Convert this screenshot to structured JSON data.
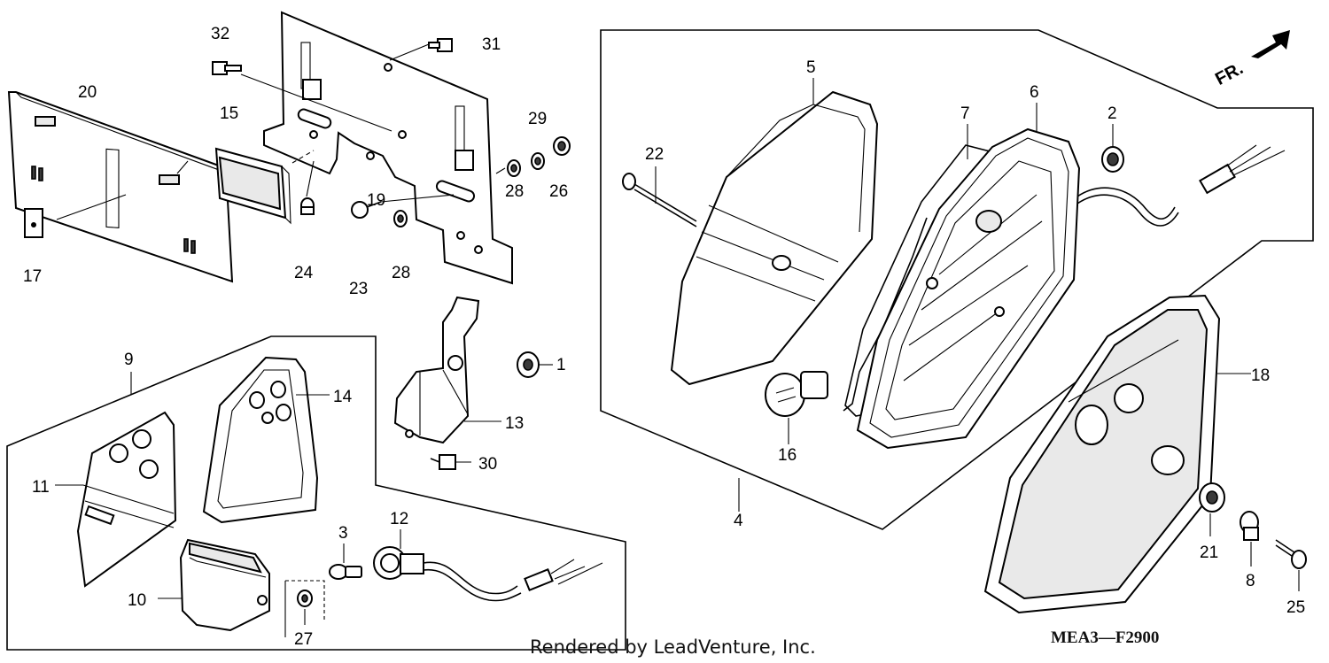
{
  "labels": {
    "p1": "1",
    "p2": "2",
    "p3": "3",
    "p4": "4",
    "p5": "5",
    "p6": "6",
    "p7": "7",
    "p8": "8",
    "p9": "9",
    "p10": "10",
    "p11": "11",
    "p12": "12",
    "p13": "13",
    "p14": "14",
    "p15": "15",
    "p16": "16",
    "p17": "17",
    "p18": "18",
    "p19": "19",
    "p20": "20",
    "p21": "21",
    "p22": "22",
    "p23": "23",
    "p24": "24",
    "p25": "25",
    "p26": "26",
    "p27": "27",
    "p28a": "28",
    "p28b": "28",
    "p29": "29",
    "p30": "30",
    "p31": "31",
    "p32": "32"
  },
  "direction": "FR.",
  "credit": "Rendered by LeadVenture, Inc.",
  "diagram_code": "MEA3—F2900"
}
